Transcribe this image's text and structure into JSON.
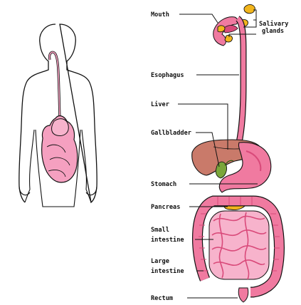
{
  "colors": {
    "outline": "#111111",
    "organ_pink": "#f07aa0",
    "organ_dark": "#d94a7a",
    "liver_brown": "#c97a6a",
    "gland_yellow": "#f2b51c",
    "gall_green": "#7aa63a",
    "silhouette_fill": "#f5a0c0"
  },
  "labels": {
    "mouth": "Mouth",
    "salivary_line1": "Salivary",
    "salivary_line2": "glands",
    "esophagus": "Esophagus",
    "liver": "Liver",
    "gallbladder": "Gallbladder",
    "stomach": "Stomach",
    "pancreas": "Pancreas",
    "small_line1": "Small",
    "small_line2": "intestine",
    "large_line1": "Large",
    "large_line2": "intestine",
    "rectum": "Rectum"
  }
}
